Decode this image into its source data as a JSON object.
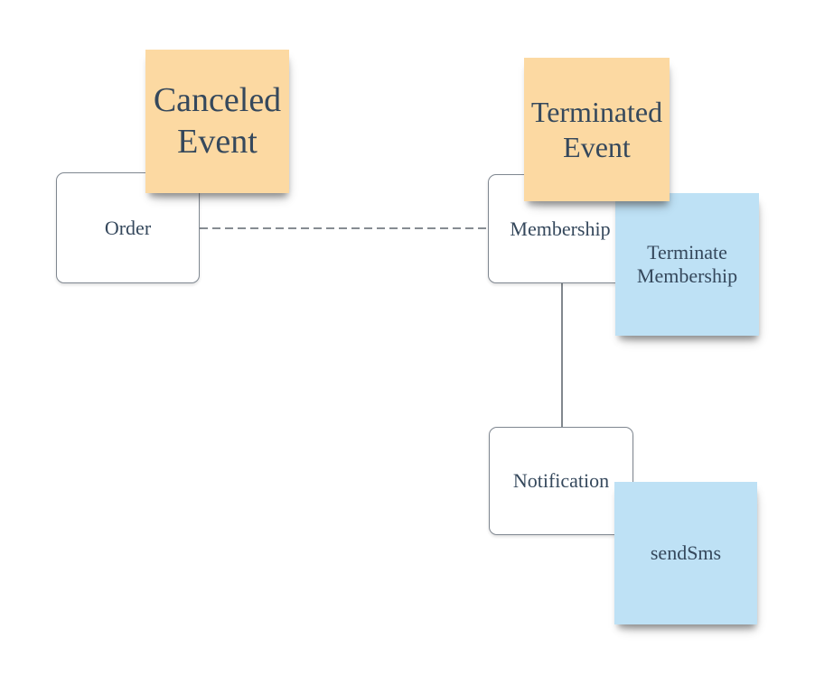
{
  "colors": {
    "canvas_bg": "#FFFFFF",
    "orange_note": "#FCD9A2",
    "blue_note": "#BEE1F5",
    "text": "#35485C",
    "box_border": "#7F8790",
    "connector": "#3E4751"
  },
  "shapes": {
    "order_box": {
      "label": "Order"
    },
    "membership_box": {
      "label": "Membership"
    },
    "notification_box": {
      "label": "Notification"
    }
  },
  "notes": {
    "canceled_event": {
      "label": "Canceled Event",
      "color": "orange"
    },
    "terminated_event": {
      "label": "Terminated Event",
      "color": "orange"
    },
    "terminate_membership": {
      "label": "Terminate Membership",
      "color": "blue"
    },
    "send_sms": {
      "label": "sendSms",
      "color": "blue"
    }
  },
  "connectors": [
    {
      "from": "Order",
      "to": "Membership",
      "style": "dashed"
    },
    {
      "from": "Membership",
      "to": "Notification",
      "style": "solid"
    }
  ]
}
